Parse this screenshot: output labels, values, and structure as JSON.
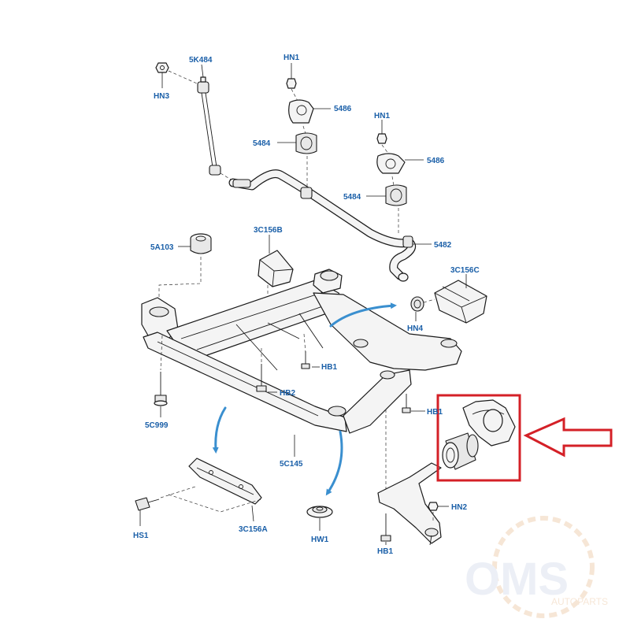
{
  "colors": {
    "label": "#1a5fa8",
    "line": "#1a1a1a",
    "arrow_blue": "#3a8fcf",
    "highlight_red": "#d42027",
    "watermark": "#e6b98c"
  },
  "labels": {
    "l5K484": "5K484",
    "lHN3": "HN3",
    "lHN1a": "HN1",
    "l5486a": "5486",
    "l5484a": "5484",
    "lHN1b": "HN1",
    "l5486b": "5486",
    "l5484b": "5484",
    "l5482": "5482",
    "l5A103": "5A103",
    "l3C156B": "3C156B",
    "l3C156C": "3C156C",
    "lHN4": "HN4",
    "lHB1a": "HB1",
    "lHB2": "HB2",
    "lHB1b": "HB1",
    "l5C999": "5C999",
    "l5C145": "5C145",
    "lHN2": "HN2",
    "lHS1": "HS1",
    "l3C156A": "3C156A",
    "lHW1": "HW1",
    "lHB1c": "HB1"
  },
  "watermark": {
    "brand": "OMS",
    "sub": "AUTOPARTS"
  },
  "icons": {
    "highlight": "red-highlight-box",
    "pointer": "red-outline-arrow-left"
  }
}
